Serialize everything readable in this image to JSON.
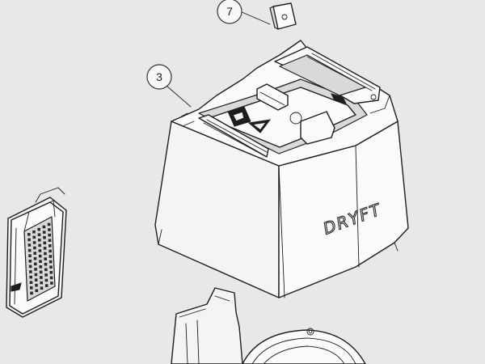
{
  "callouts": [
    {
      "id": "7",
      "label": "7"
    },
    {
      "id": "3",
      "label": "3"
    }
  ],
  "brand": {
    "text": "DRYFT"
  },
  "colors": {
    "background": "#e8e8e8",
    "line": "#1e1e1e",
    "fill": "#f4f4f4"
  }
}
